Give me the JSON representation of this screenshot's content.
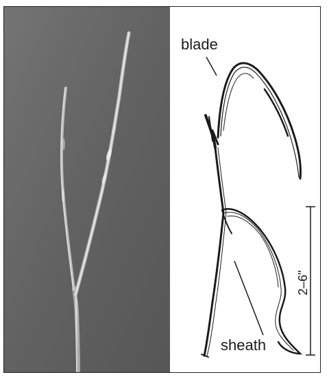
{
  "figure": {
    "labels": {
      "blade": "blade",
      "sheath": "sheath",
      "measurement": "2–6\""
    },
    "colors": {
      "photo_background_top": "#6c6c6c",
      "photo_background_bottom": "#5a5a5a",
      "stem_light": "#d9d9d9",
      "ink": "#1a1a1a"
    }
  }
}
